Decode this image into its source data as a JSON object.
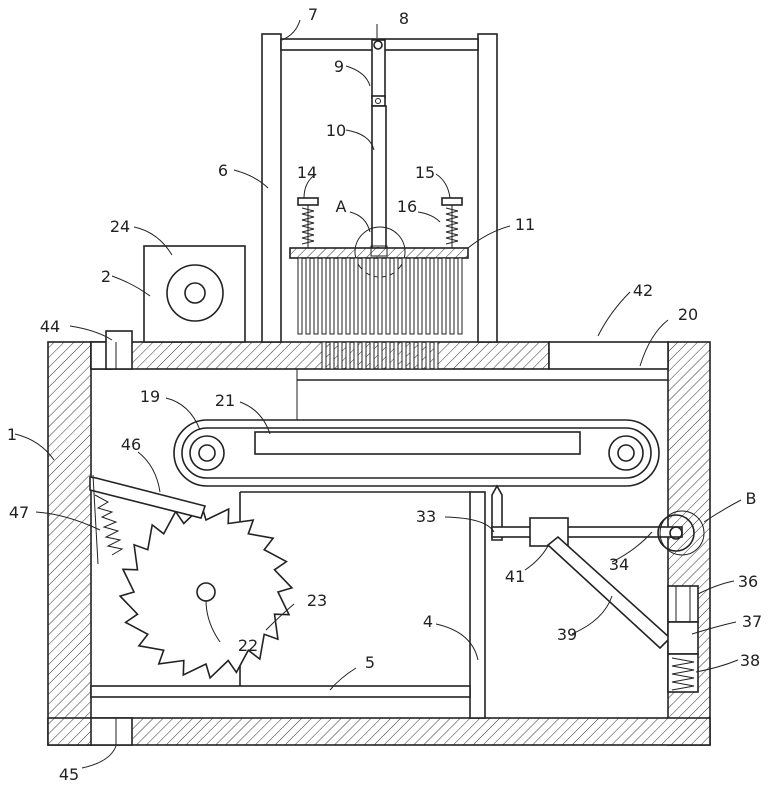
{
  "labels": {
    "l1": "1",
    "l2": "2",
    "l4": "4",
    "l5": "5",
    "l6": "6",
    "l7": "7",
    "l8": "8",
    "l9": "9",
    "l10": "10",
    "l11": "11",
    "l14": "14",
    "l15": "15",
    "l16": "16",
    "l19": "19",
    "l20": "20",
    "l21": "21",
    "l22": "22",
    "l23": "23",
    "l24": "24",
    "l33": "33",
    "l34": "34",
    "l36": "36",
    "l37": "37",
    "l38": "38",
    "l39": "39",
    "l41": "41",
    "l42": "42",
    "l44": "44",
    "l45": "45",
    "l46": "46",
    "l47": "47",
    "lA": "A",
    "lB": "B"
  }
}
